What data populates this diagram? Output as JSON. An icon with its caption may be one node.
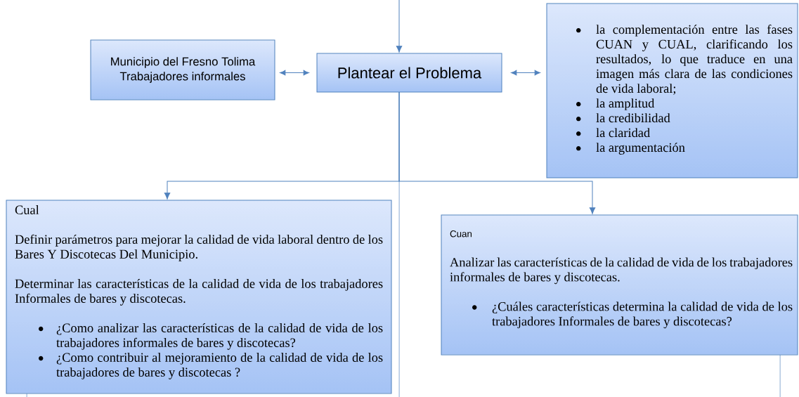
{
  "diagram": {
    "nodes": [
      {
        "text": [
          "Municipio del Fresno Tolima",
          "Trabajadores informales"
        ]
      },
      {
        "text": [
          "Plantear el Problema"
        ]
      },
      {
        "text": [
          "la complementación entre las fases CUAN y CUAL, clarificando los resultados, lo que traduce en una imagen más clara de las condiciones de vida laboral;",
          "la amplitud",
          "la credibilidad",
          "la claridad",
          "la argumentación"
        ]
      },
      {
        "text": [
          "Cual",
          "Definir parámetros para mejorar la calidad de vida laboral dentro de los Bares Y Discotecas Del Municipio.",
          "Determinar las características de la calidad de vida de los trabajadores Informales de bares y discotecas.",
          "¿Como analizar las características de la calidad de vida de los trabajadores informales de bares y discotecas?",
          "¿Como contribuir al mejoramiento de la calidad de vida de los trabajadores de bares y discotecas ?"
        ]
      },
      {
        "text": [
          "Cuan",
          "Analizar las características de la calidad de vida de los trabajadores informales de bares y discotecas.",
          "¿Cuáles características determina la calidad de vida de los trabajadores Informales de bares y discotecas?"
        ]
      }
    ],
    "edges": [
      {
        "from": null,
        "to": 1,
        "arrow": "to"
      },
      {
        "from": 0,
        "to": 1,
        "arrow": "both"
      },
      {
        "from": 1,
        "to": 2,
        "arrow": "both"
      },
      {
        "from": 1,
        "to": 3,
        "arrow": "to"
      },
      {
        "from": 1,
        "to": 4,
        "arrow": "to"
      },
      {
        "from": 1,
        "to": null,
        "arrow": "none"
      },
      {
        "from": 3,
        "to": null,
        "arrow": "none"
      },
      {
        "from": 4,
        "to": null,
        "arrow": "none"
      }
    ]
  }
}
